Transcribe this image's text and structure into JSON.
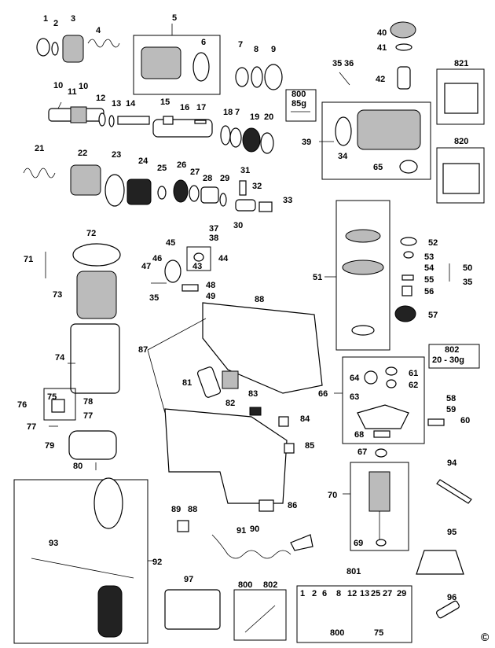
{
  "callouts": [
    {
      "id": "c1",
      "text": "1"
    },
    {
      "id": "c2",
      "text": "2"
    },
    {
      "id": "c3",
      "text": "3"
    },
    {
      "id": "c4",
      "text": "4"
    },
    {
      "id": "c5",
      "text": "5"
    },
    {
      "id": "c6",
      "text": "6"
    },
    {
      "id": "c7a",
      "text": "7"
    },
    {
      "id": "c8",
      "text": "8"
    },
    {
      "id": "c9",
      "text": "9"
    },
    {
      "id": "c10a",
      "text": "10"
    },
    {
      "id": "c11",
      "text": "11"
    },
    {
      "id": "c10b",
      "text": "10"
    },
    {
      "id": "c12",
      "text": "12"
    },
    {
      "id": "c13",
      "text": "13"
    },
    {
      "id": "c14",
      "text": "14"
    },
    {
      "id": "c15",
      "text": "15"
    },
    {
      "id": "c16",
      "text": "16"
    },
    {
      "id": "c17",
      "text": "17"
    },
    {
      "id": "c18",
      "text": "18"
    },
    {
      "id": "c7b",
      "text": "7"
    },
    {
      "id": "c19",
      "text": "19"
    },
    {
      "id": "c20",
      "text": "20"
    },
    {
      "id": "c21",
      "text": "21"
    },
    {
      "id": "c22",
      "text": "22"
    },
    {
      "id": "c23",
      "text": "23"
    },
    {
      "id": "c24",
      "text": "24"
    },
    {
      "id": "c25",
      "text": "25"
    },
    {
      "id": "c26",
      "text": "26"
    },
    {
      "id": "c27",
      "text": "27"
    },
    {
      "id": "c28",
      "text": "28"
    },
    {
      "id": "c29",
      "text": "29"
    },
    {
      "id": "c31",
      "text": "31"
    },
    {
      "id": "c32",
      "text": "32"
    },
    {
      "id": "c33",
      "text": "33"
    },
    {
      "id": "c30",
      "text": "30"
    },
    {
      "id": "c40",
      "text": "40"
    },
    {
      "id": "c41",
      "text": "41"
    },
    {
      "id": "c35a",
      "text": "35"
    },
    {
      "id": "c36",
      "text": "36"
    },
    {
      "id": "c42",
      "text": "42"
    },
    {
      "id": "c39",
      "text": "39"
    },
    {
      "id": "c34",
      "text": "34"
    },
    {
      "id": "c65",
      "text": "65"
    },
    {
      "id": "c821",
      "text": "821"
    },
    {
      "id": "c820",
      "text": "820"
    },
    {
      "id": "c72",
      "text": "72"
    },
    {
      "id": "c71",
      "text": "71"
    },
    {
      "id": "c73",
      "text": "73"
    },
    {
      "id": "c74",
      "text": "74"
    },
    {
      "id": "c37",
      "text": "37"
    },
    {
      "id": "c38",
      "text": "38"
    },
    {
      "id": "c45",
      "text": "45"
    },
    {
      "id": "c46",
      "text": "46"
    },
    {
      "id": "c47",
      "text": "47"
    },
    {
      "id": "c44",
      "text": "44"
    },
    {
      "id": "c43",
      "text": "43"
    },
    {
      "id": "c48",
      "text": "48"
    },
    {
      "id": "c35b",
      "text": "35"
    },
    {
      "id": "c49",
      "text": "49"
    },
    {
      "id": "c88a",
      "text": "88"
    },
    {
      "id": "c51",
      "text": "51"
    },
    {
      "id": "c52",
      "text": "52"
    },
    {
      "id": "c53",
      "text": "53"
    },
    {
      "id": "c54",
      "text": "54"
    },
    {
      "id": "c55",
      "text": "55"
    },
    {
      "id": "c56",
      "text": "56"
    },
    {
      "id": "c50",
      "text": "50"
    },
    {
      "id": "c35c",
      "text": "35"
    },
    {
      "id": "c57",
      "text": "57"
    },
    {
      "id": "c87",
      "text": "87"
    },
    {
      "id": "c81",
      "text": "81"
    },
    {
      "id": "c82",
      "text": "82"
    },
    {
      "id": "c83",
      "text": "83"
    },
    {
      "id": "c84",
      "text": "84"
    },
    {
      "id": "c85",
      "text": "85"
    },
    {
      "id": "c76",
      "text": "76"
    },
    {
      "id": "c75a",
      "text": "75"
    },
    {
      "id": "c78",
      "text": "78"
    },
    {
      "id": "c77a",
      "text": "77"
    },
    {
      "id": "c77b",
      "text": "77"
    },
    {
      "id": "c79",
      "text": "79"
    },
    {
      "id": "c80",
      "text": "80"
    },
    {
      "id": "c66",
      "text": "66"
    },
    {
      "id": "c64",
      "text": "64"
    },
    {
      "id": "c61",
      "text": "61"
    },
    {
      "id": "c62",
      "text": "62"
    },
    {
      "id": "c63",
      "text": "63"
    },
    {
      "id": "c58",
      "text": "58"
    },
    {
      "id": "c59",
      "text": "59"
    },
    {
      "id": "c60",
      "text": "60"
    },
    {
      "id": "c68",
      "text": "68"
    },
    {
      "id": "c67",
      "text": "67"
    },
    {
      "id": "c70",
      "text": "70"
    },
    {
      "id": "c69",
      "text": "69"
    },
    {
      "id": "c94",
      "text": "94"
    },
    {
      "id": "c95",
      "text": "95"
    },
    {
      "id": "c96",
      "text": "96"
    },
    {
      "id": "c86",
      "text": "86"
    },
    {
      "id": "c89",
      "text": "89"
    },
    {
      "id": "c88b",
      "text": "88"
    },
    {
      "id": "c91",
      "text": "91"
    },
    {
      "id": "c90",
      "text": "90"
    },
    {
      "id": "c93",
      "text": "93"
    },
    {
      "id": "c92",
      "text": "92"
    },
    {
      "id": "c97",
      "text": "97"
    },
    {
      "id": "c800a",
      "text": "800"
    },
    {
      "id": "c802a",
      "text": "802"
    },
    {
      "id": "c801",
      "text": "801"
    },
    {
      "id": "k1",
      "text": "1"
    },
    {
      "id": "k2",
      "text": "2"
    },
    {
      "id": "k6",
      "text": "6"
    },
    {
      "id": "k8",
      "text": "8"
    },
    {
      "id": "k12",
      "text": "12"
    },
    {
      "id": "k13",
      "text": "13"
    },
    {
      "id": "k25",
      "text": "25"
    },
    {
      "id": "k27",
      "text": "27"
    },
    {
      "id": "k29",
      "text": "29"
    },
    {
      "id": "k800",
      "text": "800"
    },
    {
      "id": "k75",
      "text": "75"
    }
  ],
  "tags": {
    "t800": "800",
    "t85g": "85g",
    "t802": "802",
    "t2030": "20 - 30g"
  },
  "copyright": "©"
}
